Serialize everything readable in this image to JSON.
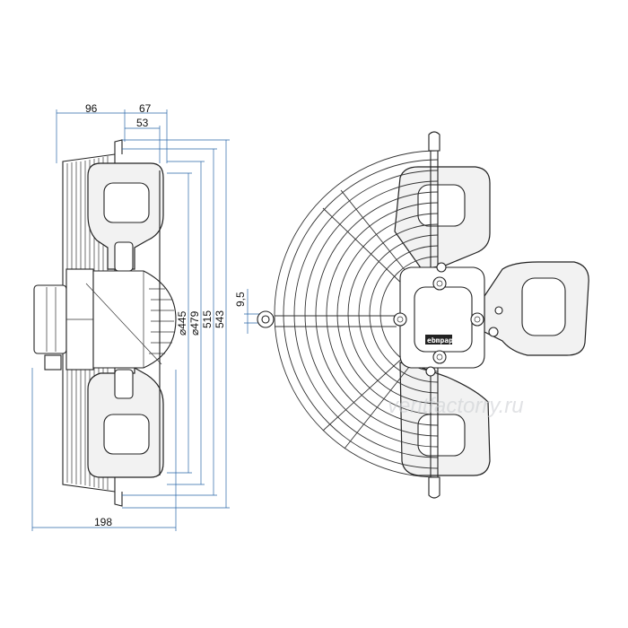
{
  "drawing": {
    "dimensions": {
      "d96": "96",
      "d67": "67",
      "d53": "53",
      "d198": "198",
      "d445": "⌀445",
      "d479": "⌀479",
      "d515": "515",
      "d543": "543",
      "d95": "9,5"
    },
    "logo_text": "ebmpapst",
    "watermark": "ventfactorry.ru"
  }
}
